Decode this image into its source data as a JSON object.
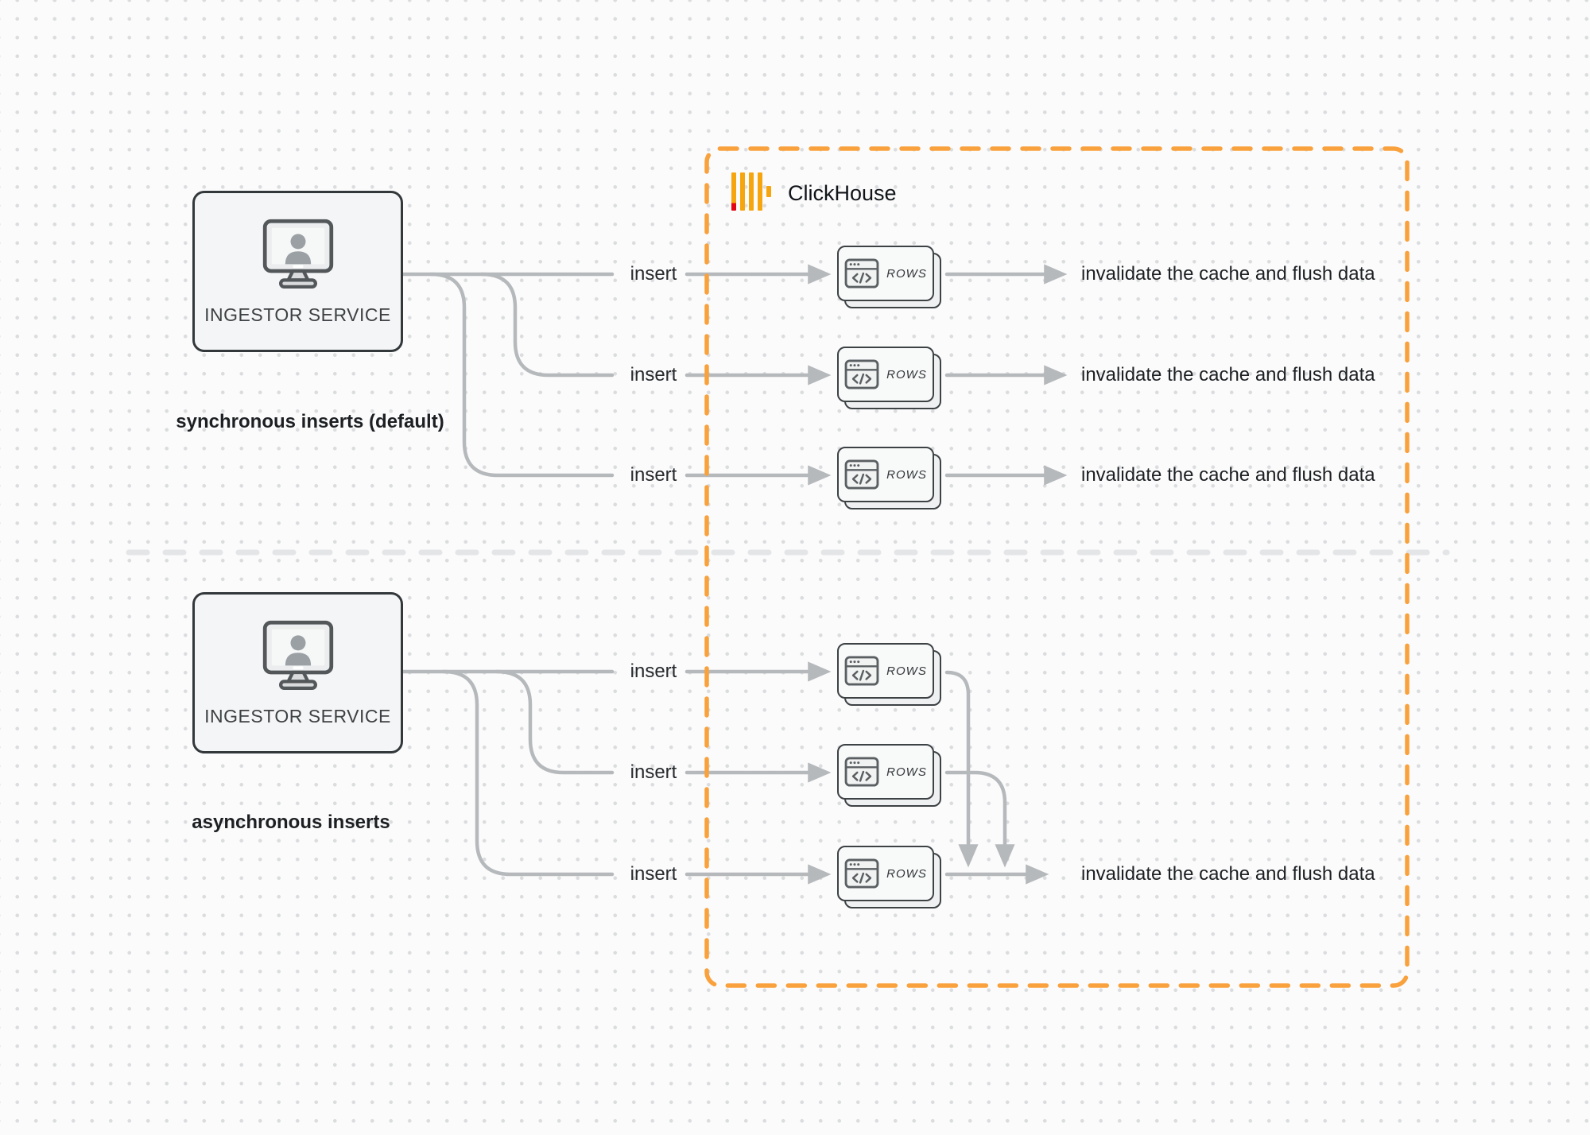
{
  "colors": {
    "accent_orange": "#F9A13C",
    "clickhouse_amber": "#F7A50F",
    "clickhouse_red": "#E30613",
    "connector_gray": "#b6b9bb",
    "divider_gray": "#e3e5e7",
    "box_border_dark": "#33383b"
  },
  "clickhouse_box": {
    "title": "ClickHouse"
  },
  "sync_section": {
    "source": {
      "label": "INGESTOR SERVICE"
    },
    "caption": "synchronous inserts (default)",
    "rows": [
      {
        "insert_label": "insert",
        "rows_label": "ROWS",
        "result_label": "invalidate the cache and flush data"
      },
      {
        "insert_label": "insert",
        "rows_label": "ROWS",
        "result_label": "invalidate the cache and flush data"
      },
      {
        "insert_label": "insert",
        "rows_label": "ROWS",
        "result_label": "invalidate the cache and flush data"
      }
    ]
  },
  "async_section": {
    "source": {
      "label": "INGESTOR SERVICE"
    },
    "caption": "asynchronous inserts",
    "rows": [
      {
        "insert_label": "insert",
        "rows_label": "ROWS"
      },
      {
        "insert_label": "insert",
        "rows_label": "ROWS"
      },
      {
        "insert_label": "insert",
        "rows_label": "ROWS"
      }
    ],
    "result_label": "invalidate the cache and flush data"
  }
}
